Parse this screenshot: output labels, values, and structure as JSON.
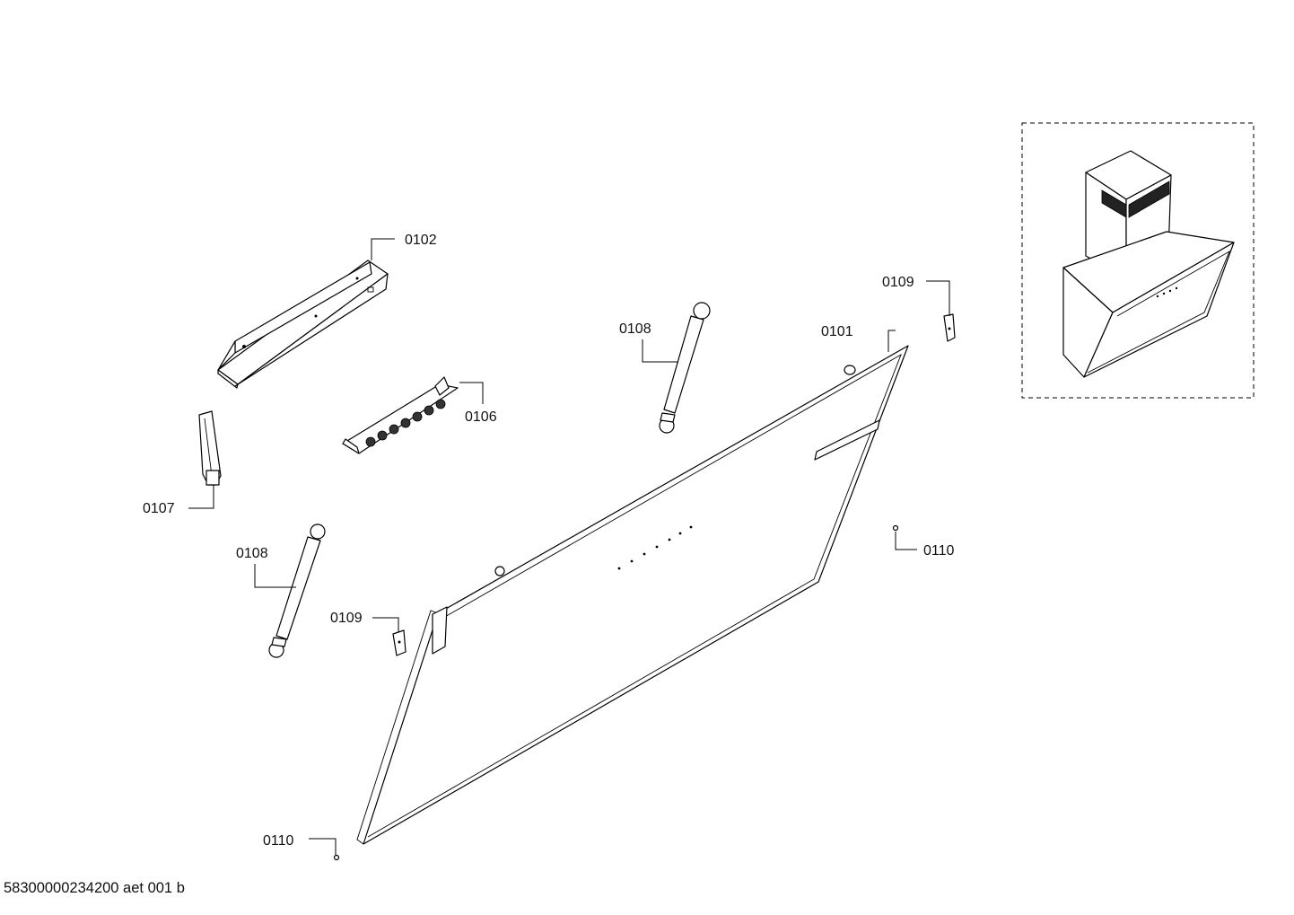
{
  "labels": {
    "p0101": "0101",
    "p0102": "0102",
    "p0106": "0106",
    "p0107": "0107",
    "p0108_top": "0108",
    "p0108_left": "0108",
    "p0109_top": "0109",
    "p0109_left": "0109",
    "p0110_right": "0110",
    "p0110_bottom": "0110"
  },
  "footer": {
    "drawing_id": "58300000234200 aet 001 b"
  }
}
